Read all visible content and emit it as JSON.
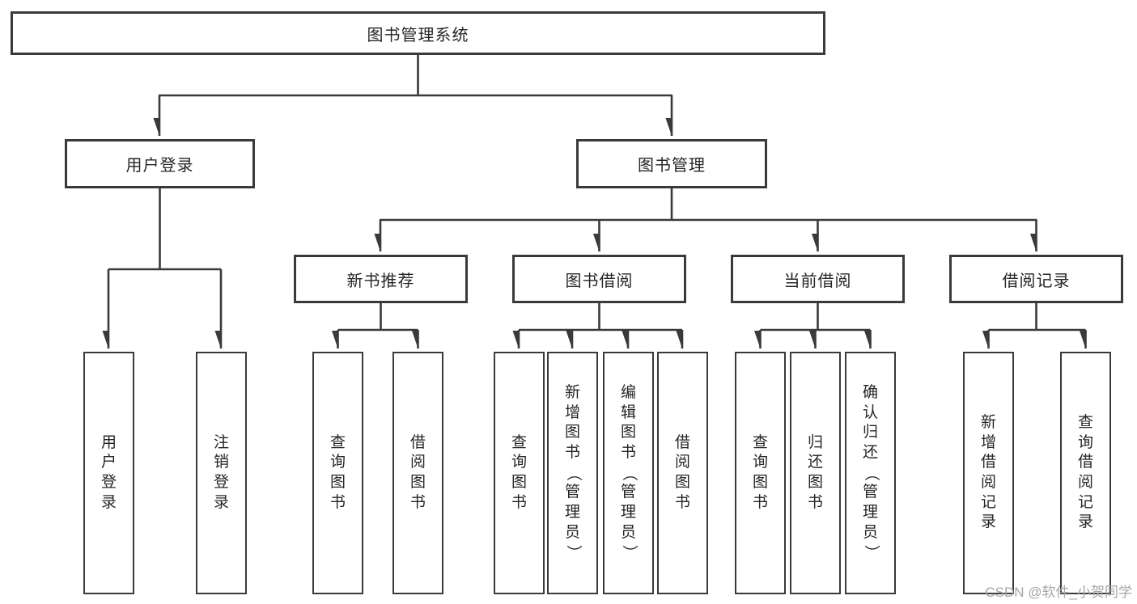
{
  "diagram_title": "图书管理系统",
  "watermark": "CSDN @软件_小贺同学",
  "colors": {
    "line": "#3a3a3a",
    "text": "#262626",
    "background": "#ffffff",
    "watermark": "#a6a6a6"
  },
  "tree": {
    "root": {
      "label": "图书管理系统"
    },
    "branches": [
      {
        "label": "用户登录",
        "children": [
          {
            "label": "用户登录"
          },
          {
            "label": "注销登录"
          }
        ]
      },
      {
        "label": "图书管理",
        "children": [
          {
            "label": "新书推荐",
            "children": [
              {
                "label": "查询图书"
              },
              {
                "label": "借阅图书"
              }
            ]
          },
          {
            "label": "图书借阅",
            "children": [
              {
                "label": "查询图书"
              },
              {
                "label": "新增图书（管理员）"
              },
              {
                "label": "编辑图书（管理员）"
              },
              {
                "label": "借阅图书"
              }
            ]
          },
          {
            "label": "当前借阅",
            "children": [
              {
                "label": "查询图书"
              },
              {
                "label": "归还图书"
              },
              {
                "label": "确认归还（管理员）"
              }
            ]
          },
          {
            "label": "借阅记录",
            "children": [
              {
                "label": "新增借阅记录"
              },
              {
                "label": "查询借阅记录"
              }
            ]
          }
        ]
      }
    ]
  }
}
